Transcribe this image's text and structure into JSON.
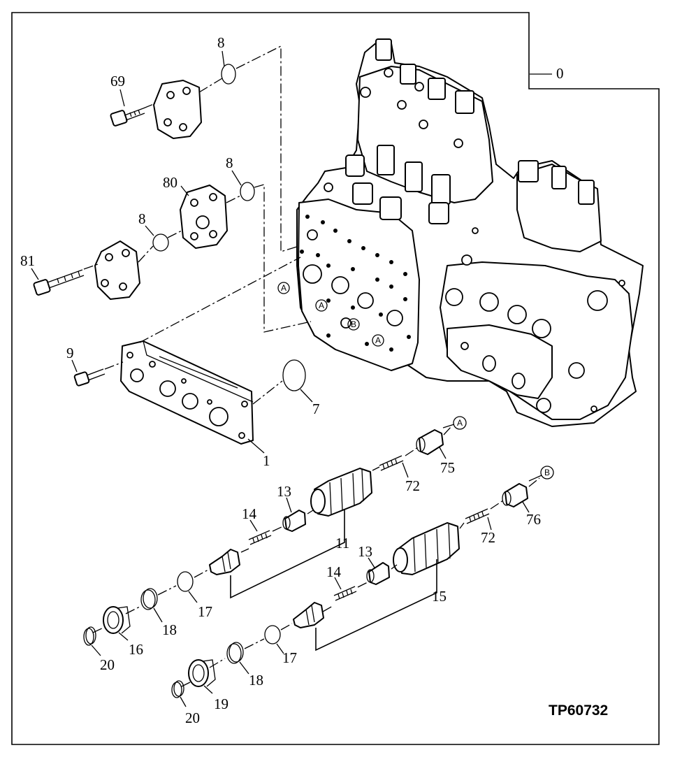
{
  "figure_code": "TP60732",
  "callouts": {
    "c0": "0",
    "c1": "1",
    "c7": "7",
    "c8a": "8",
    "c8b": "8",
    "c8c": "8",
    "c9": "9",
    "c11": "11",
    "c13a": "13",
    "c13b": "13",
    "c14a": "14",
    "c14b": "14",
    "c15": "15",
    "c16": "16",
    "c17a": "17",
    "c17b": "17",
    "c18a": "18",
    "c18b": "18",
    "c19": "19",
    "c20a": "20",
    "c20b": "20",
    "c69": "69",
    "c72a": "72",
    "c72b": "72",
    "c75": "75",
    "c76": "76",
    "c80": "80",
    "c81": "81"
  },
  "port_markers": {
    "a1": "A",
    "a2": "A",
    "a3": "A",
    "b1": "B",
    "ref_a": "A",
    "ref_b": "B"
  }
}
